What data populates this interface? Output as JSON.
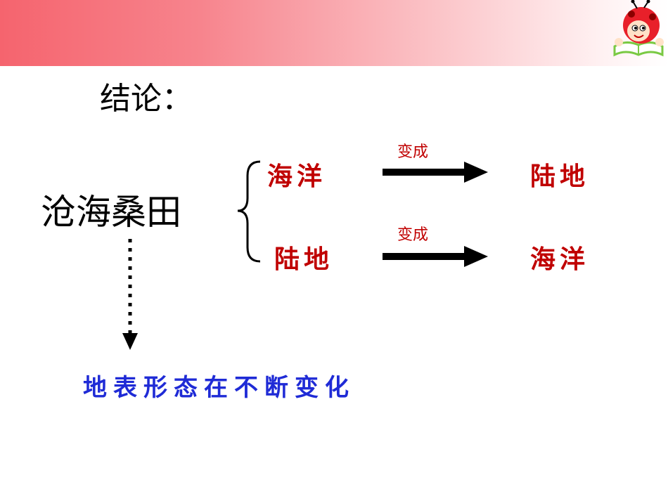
{
  "conclusion_label": "结论：",
  "idiom": "沧海桑田",
  "transforms": [
    {
      "from": "海洋",
      "verb": "变成",
      "to": "陆地"
    },
    {
      "from": "陆地",
      "verb": "变成",
      "to": "海洋"
    }
  ],
  "result": "地表形态在不断变化",
  "colors": {
    "header": "#f5646e",
    "highlight_red": "#c00000",
    "result_blue": "#1f2bd6"
  },
  "icons": {
    "mascot": "reading-ladybug-mascot-icon",
    "brace": "left-curly-brace",
    "arrow": "right-arrow",
    "dotted_arrow": "dotted-down-arrow"
  }
}
